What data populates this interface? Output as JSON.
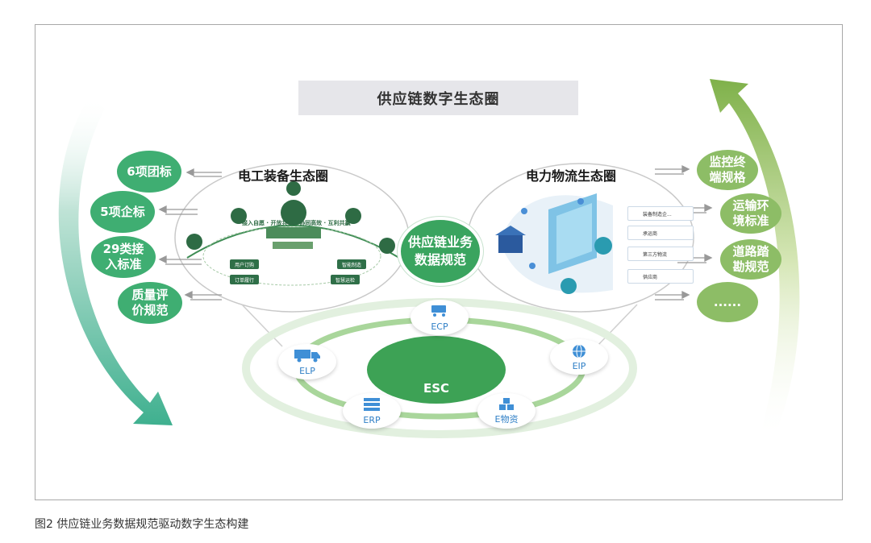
{
  "title": "供应链数字生态圈",
  "left_ecosystem": {
    "title": "电工装备生态圈",
    "banner": "接入自愿 · 开放共享 · 协同高效 · 互利共赢",
    "mini_labels": [
      "用户订购",
      "订单履行",
      "智能制造",
      "智慧运检"
    ]
  },
  "right_ecosystem": {
    "title": "电力物流生态圈",
    "rows": [
      "装备制造企...",
      "承运商",
      "第三方物流",
      "供应商"
    ]
  },
  "center_badge": {
    "line1": "供应链业务",
    "line2": "数据规范"
  },
  "left_badges": [
    {
      "line1": "6项团标",
      "line2": ""
    },
    {
      "line1": "5项企标",
      "line2": ""
    },
    {
      "line1": "29类接",
      "line2": "入标准"
    },
    {
      "line1": "质量评",
      "line2": "价规范"
    }
  ],
  "right_badges": [
    {
      "line1": "监控终",
      "line2": "端规格"
    },
    {
      "line1": "运输环",
      "line2": "境标准"
    },
    {
      "line1": "道路踏",
      "line2": "勘规范"
    },
    {
      "line1": "......",
      "line2": ""
    }
  ],
  "core": {
    "label": "ESC"
  },
  "nodes": {
    "ecp": "ECP",
    "eip": "EIP",
    "elp": "ELP",
    "erp": "ERP",
    "ewz": "E物资"
  },
  "caption": "图2 供应链业务数据规范驱动数字生态构建",
  "colors": {
    "dark_green": "#3fae72",
    "light_green": "#8dbd66",
    "core_green": "#3da255",
    "node_blue": "#2f7fc6"
  }
}
